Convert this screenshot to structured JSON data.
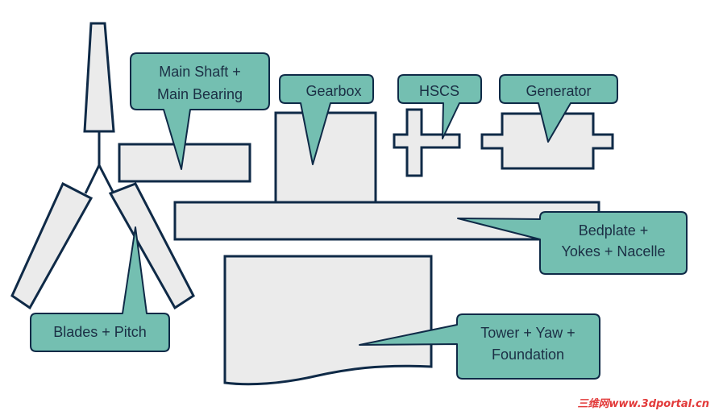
{
  "labels": {
    "main_shaft_line1": "Main Shaft +",
    "main_shaft_line2": "Main Bearing",
    "gearbox": "Gearbox",
    "hscs": "HSCS",
    "generator": "Generator",
    "bedplate_line1": "Bedplate +",
    "bedplate_line2": "Yokes + Nacelle",
    "blades": "Blades + Pitch",
    "tower_line1": "Tower + Yaw +",
    "tower_line2": "Foundation"
  },
  "watermark": "三维网www.3dportal.cn",
  "colors": {
    "callout_fill": "#74bfb1",
    "part_fill": "#ebebeb",
    "outline": "#0f2a47",
    "text": "#1b2f45",
    "watermark": "#e23a3a"
  }
}
